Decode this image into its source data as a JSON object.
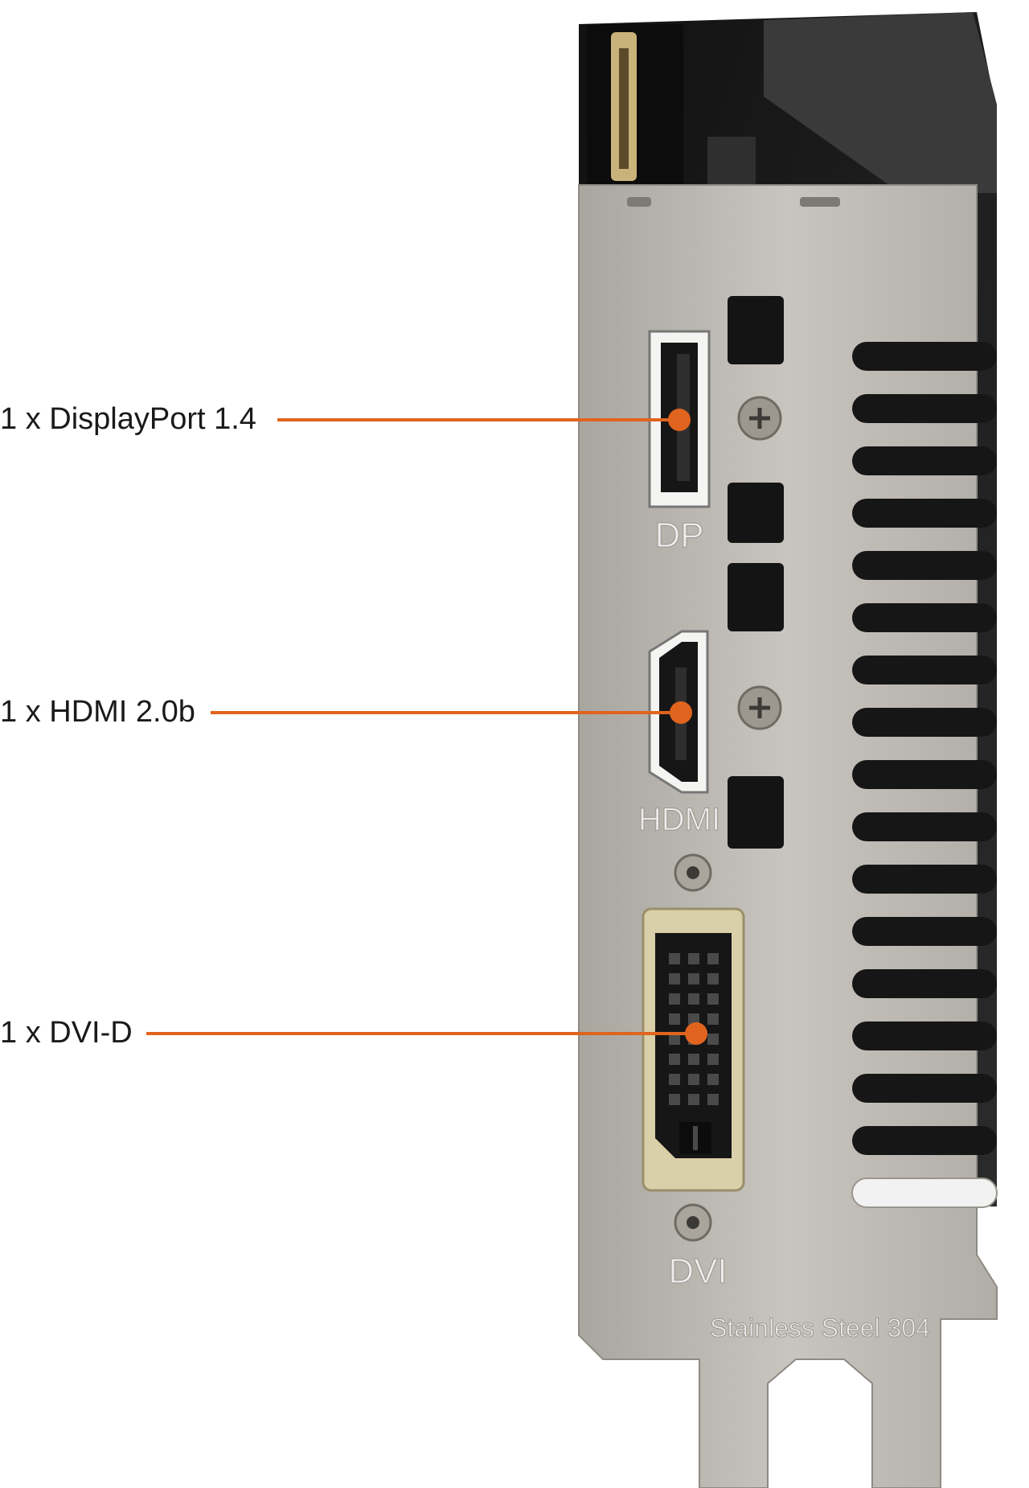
{
  "callouts": [
    {
      "label": "1 x DisplayPort 1.4"
    },
    {
      "label": "1 x HDMI 2.0b"
    },
    {
      "label": "1 x DVI-D"
    }
  ],
  "bracket": {
    "dp_text": "DP",
    "hdmi_text": "HDMI",
    "dvi_text": "DVI",
    "steel_text": "Stainless Steel 304"
  },
  "colors": {
    "accent": "#e0641e",
    "bracket_steel": "#b8b4ae",
    "card_black": "#1c1c1c"
  }
}
